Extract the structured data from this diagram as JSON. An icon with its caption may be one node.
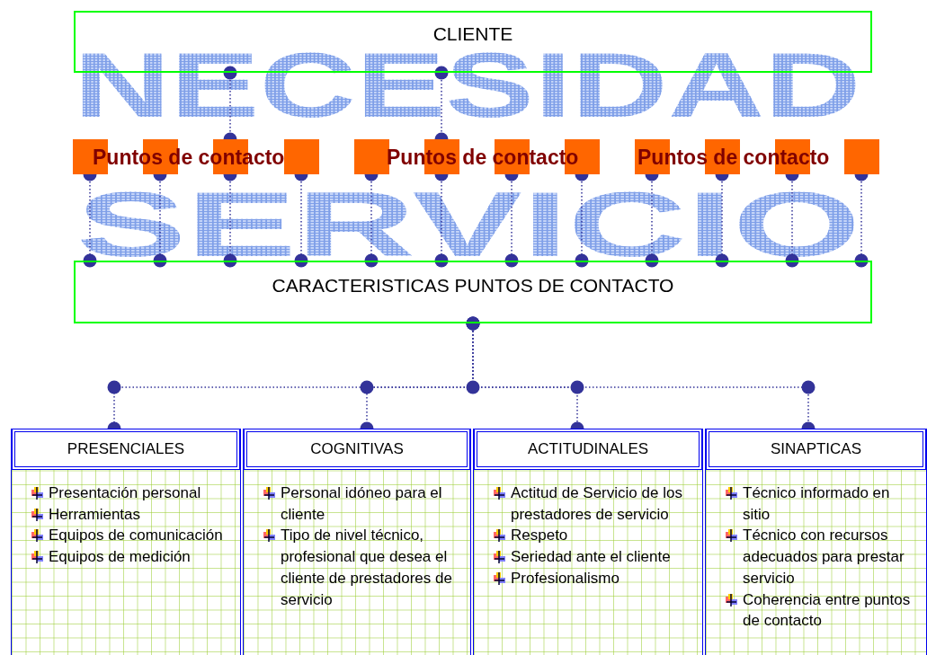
{
  "diagram": {
    "nodes": [
      {
        "text": [
          "CLIENTE"
        ]
      },
      {
        "text": [],
        "shape": "box"
      },
      {
        "text": [],
        "shape": "box"
      },
      {
        "text": [],
        "shape": "box"
      },
      {
        "text": [],
        "shape": "box"
      },
      {
        "text": [],
        "shape": "box"
      },
      {
        "text": [],
        "shape": "box"
      },
      {
        "text": [],
        "shape": "box"
      },
      {
        "text": [],
        "shape": "box"
      },
      {
        "text": [],
        "shape": "box"
      },
      {
        "text": [],
        "shape": "box"
      },
      {
        "text": [],
        "shape": "box"
      },
      {
        "text": [],
        "shape": "box"
      },
      {
        "text": [
          "CARACTERISTICAS PUNTOS DE CONTACTO"
        ]
      },
      {
        "text": [
          "PRESENCIALES",
          "Presentación personal",
          "Herramientas",
          "Equipos de comunicación",
          "Equipos de medición"
        ]
      },
      {
        "text": [
          "COGNITIVAS",
          "Personal idóneo para el cliente",
          "Tipo de nivel técnico, profesional que desea el cliente de prestadores de servicio"
        ]
      },
      {
        "text": [
          "ACTITUDINALES",
          "Actitud de Servicio de los prestadores de servicio",
          "Respeto",
          "Seriedad ante el cliente",
          "Profesionalismo"
        ]
      },
      {
        "text": [
          "SINAPTICAS",
          "Técnico informado en sitio",
          "Técnico con recursos adecuados para prestar servicio",
          "Coherencia entre puntos de contacto"
        ]
      }
    ],
    "edges": [
      {
        "from": 0,
        "to": 3,
        "arrow": "other"
      },
      {
        "from": 0,
        "to": 6,
        "arrow": "other"
      },
      {
        "from": 1,
        "to": 13,
        "arrow": "other"
      },
      {
        "from": 2,
        "to": 13,
        "arrow": "other"
      },
      {
        "from": 3,
        "to": 13,
        "arrow": "other"
      },
      {
        "from": 4,
        "to": 13,
        "arrow": "other"
      },
      {
        "from": 5,
        "to": 13,
        "arrow": "other"
      },
      {
        "from": 6,
        "to": 13,
        "arrow": "other"
      },
      {
        "from": 7,
        "to": 13,
        "arrow": "other"
      },
      {
        "from": 8,
        "to": 13,
        "arrow": "other"
      },
      {
        "from": 9,
        "to": 13,
        "arrow": "other"
      },
      {
        "from": 10,
        "to": 13,
        "arrow": "other"
      },
      {
        "from": 11,
        "to": 13,
        "arrow": "other"
      },
      {
        "from": 12,
        "to": 13,
        "arrow": "other"
      },
      {
        "from": 13,
        "to": 14,
        "arrow": "other"
      },
      {
        "from": 13,
        "to": 15,
        "arrow": "other"
      },
      {
        "from": 13,
        "to": 16,
        "arrow": "other"
      },
      {
        "from": 13,
        "to": 17,
        "arrow": "other"
      }
    ],
    "labels": [
      "NECESIDAD",
      "Puntos de contacto",
      "Puntos de contacto",
      "Puntos de contacto",
      "SERVICIO"
    ]
  }
}
